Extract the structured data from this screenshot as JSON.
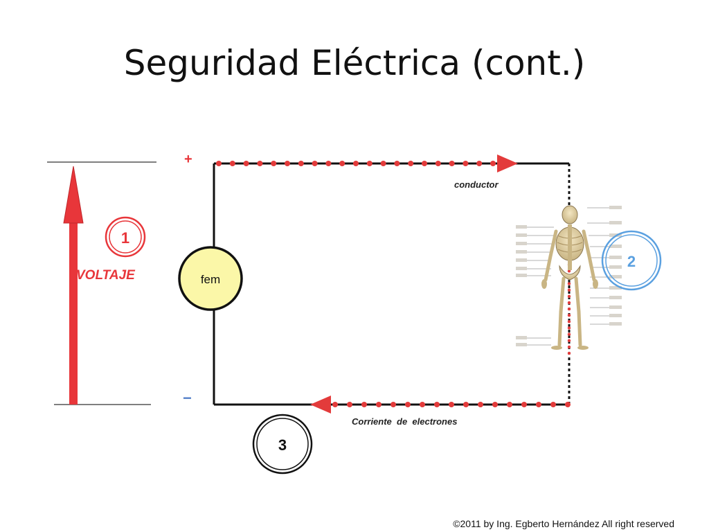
{
  "slide": {
    "title": "Seguridad Eléctrica (cont.)",
    "footer": "©2011 by Ing. Egberto Hernández All right reserved"
  },
  "diagram": {
    "voltage_label": "VOLTAJE",
    "marker_1": "1",
    "marker_2": "2",
    "marker_3": "3",
    "source_label": "fem",
    "plus_sign": "+",
    "minus_sign": "−",
    "conductor_label": "conductor",
    "current_label": "Corriente  de  electrones",
    "skeleton_icon": "human-skeleton-icon",
    "colors": {
      "voltage_red": "#e8363a",
      "marker_2_blue": "#5aa0e0",
      "source_fill": "#fbf7a8",
      "dot_red": "#e33b3b"
    }
  }
}
